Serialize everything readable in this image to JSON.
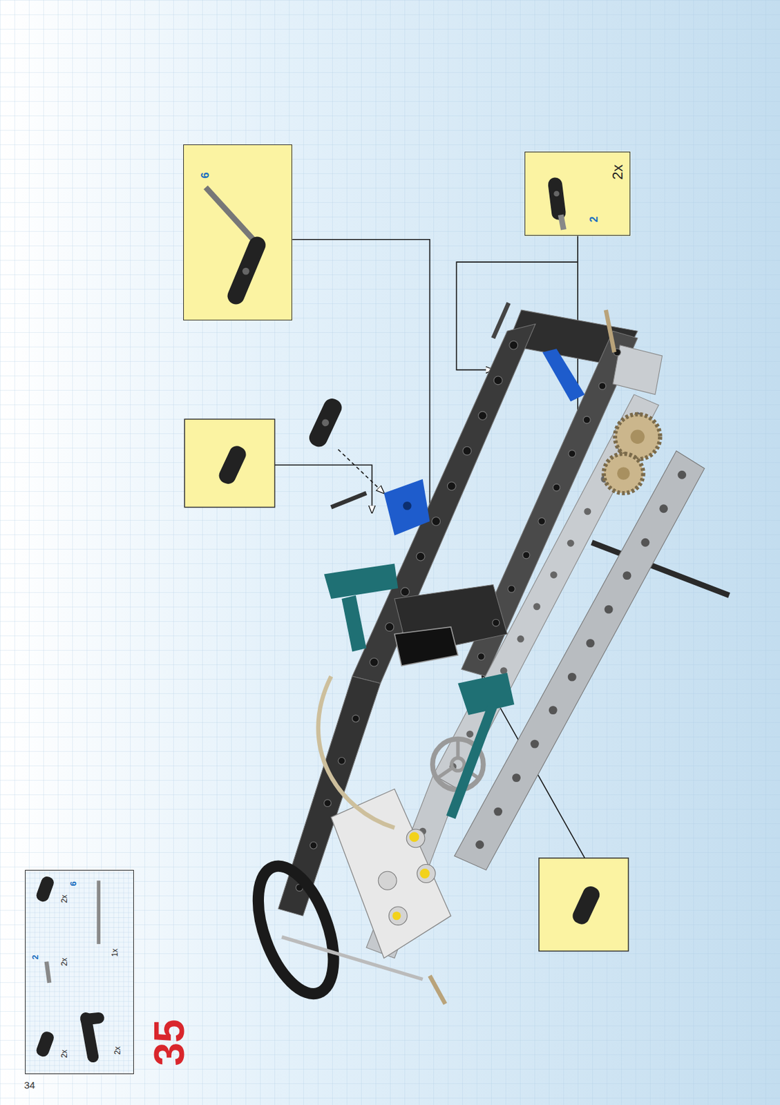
{
  "diagram": {
    "nodes": [
      {
        "text": [
          "2x",
          "6",
          "1x",
          "2",
          "2x",
          "2x",
          "2x"
        ]
      },
      {
        "text": [
          "6"
        ]
      },
      {
        "text": [
          "2x",
          "2"
        ]
      }
    ],
    "labels": [
      "35",
      "34"
    ]
  }
}
